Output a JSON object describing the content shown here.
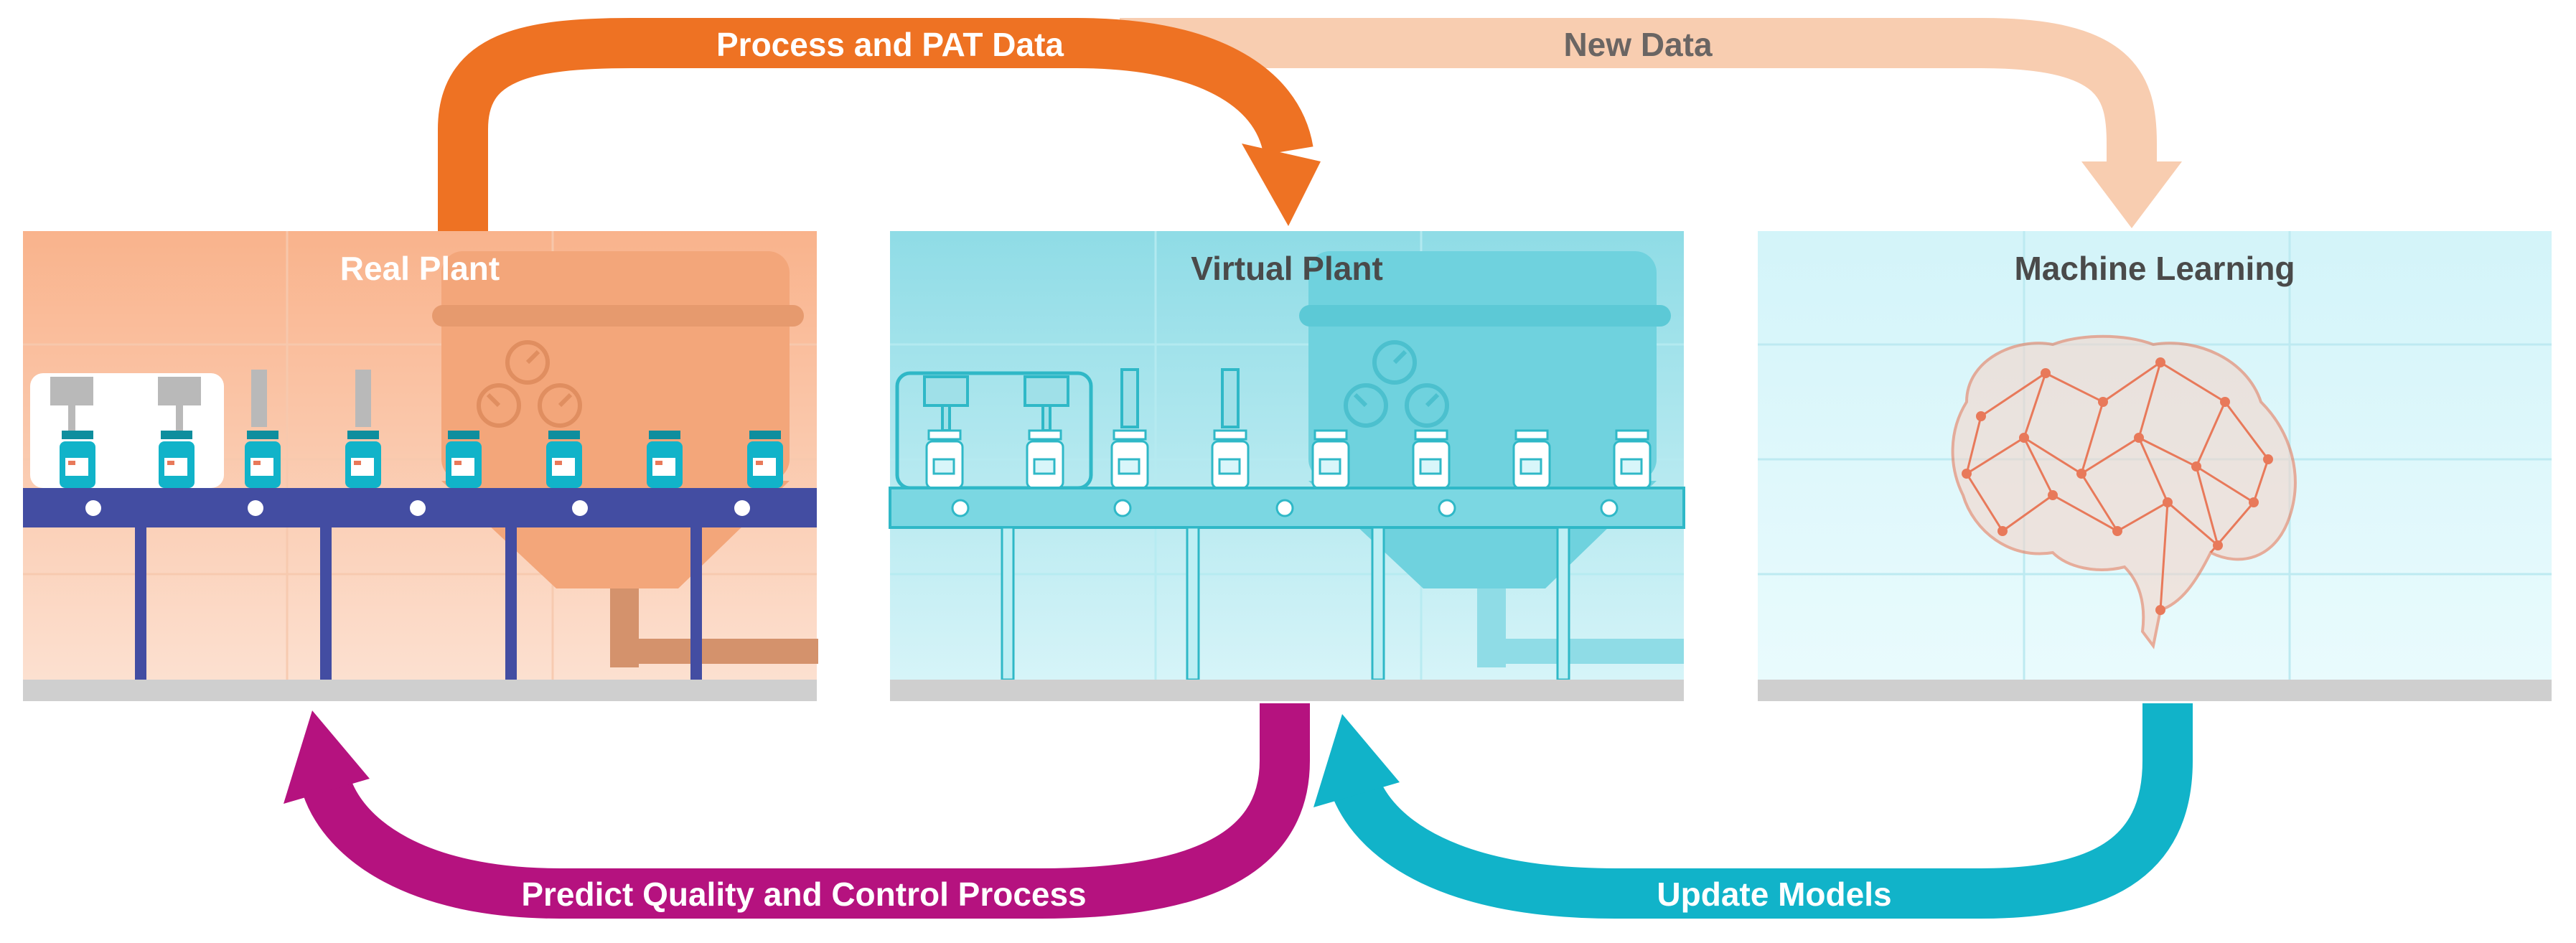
{
  "panels": {
    "real_plant": {
      "title": "Real Plant"
    },
    "virtual_plant": {
      "title": "Virtual Plant"
    },
    "machine_learning": {
      "title": "Machine Learning"
    }
  },
  "arrows": {
    "process_pat": {
      "label": "Process and PAT Data",
      "color": "#EE7223"
    },
    "new_data": {
      "label": "New Data",
      "color": "#F8CDB0"
    },
    "predict_quality": {
      "label": "Predict Quality and Control Process",
      "color": "#B5127F"
    },
    "update_models": {
      "label": "Update Models",
      "color": "#11B3C9"
    }
  },
  "colors": {
    "real_plant_bg": "#F9B996",
    "virtual_plant_bg": "#8EDDE6",
    "ml_bg": "#D9F6FA",
    "conveyor_real": "#434DA2",
    "conveyor_virtual": "#3CC3D0",
    "vial_cap": "#0E8E9E",
    "brain": "#E8795A",
    "floor": "#CFCFCF"
  },
  "icons": [
    "vial-icon",
    "gauge-icon",
    "brain-mesh-icon",
    "robot-arm-icon"
  ]
}
